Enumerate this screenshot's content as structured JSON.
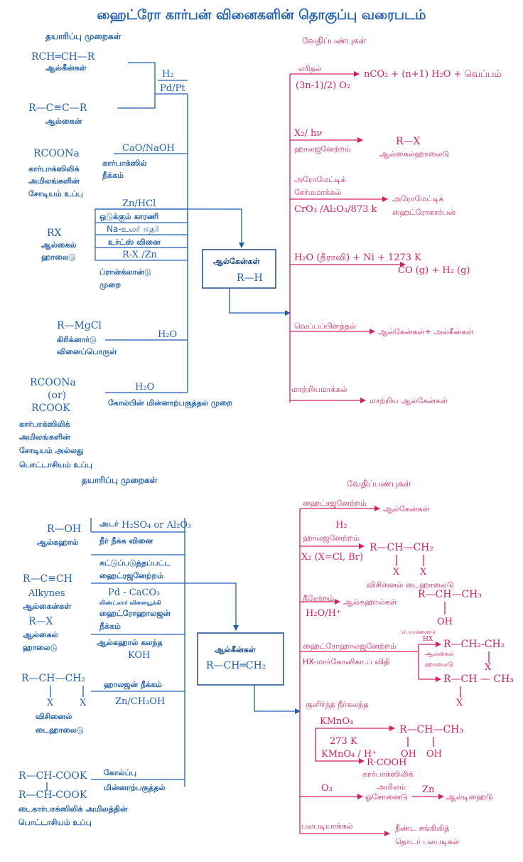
{
  "title": "ஹைட்ரோ கார்பன் வினைகளின் தொகுப்பு வரைபடம்",
  "alkane": {
    "prep_heading": "தயாரிப்பு முறைகள்",
    "props_heading": "வேதிப்பண்புகள்",
    "center_title": "ஆல்கேன்கள்",
    "center_formula": "R—H",
    "sources": [
      {
        "formula": "RCH═CH—R",
        "name": "ஆல்கீன்கள்"
      },
      {
        "formula": "R—C≡C—R",
        "name": "ஆல்கைன்"
      },
      {
        "formula": "RCOONa",
        "name1": "கார்பாக்ஸிலிக்",
        "name2": "அமிலங்களின்",
        "name3": "சோடியம் உப்பு"
      },
      {
        "formula": "RX",
        "name1": "ஆல்கைல்",
        "name2": "ஹாலைடு"
      },
      {
        "formula": "R—MgCl",
        "name1": "கிரிக்னார்டு",
        "name2": "வினைப்பொருள்"
      },
      {
        "formula1": "RCOONa",
        "formula2": "(or)",
        "formula3": "RCOOK",
        "name1": "கார்பாக்ஸிலிக்",
        "name2": "அமிலங்களின்",
        "name3": "சோடியம் அல்லது",
        "name4": "பொட்டாசியம் உப்பு"
      }
    ],
    "conditions": {
      "h2": "H₂",
      "pdpt": "Pd/Pt",
      "caonaoh": "CaO/NaOH",
      "decarb1": "கார்பாக்ஸில்",
      "decarb2": "நீக்கம்",
      "znhcl": "Zn/HCl",
      "reducing": "ஒடுக்கும் காரணி",
      "naether": "Na-உலர் ஈதர்",
      "wurtz": "உர்ட்ஸ் வினை",
      "rxzn": "R-X /Zn",
      "frank1": "ப்ரான்க்லான்டு",
      "frank2": "முறை",
      "h2o_a": "H₂O",
      "h2o_b": "H₂O",
      "kolbe": "கோல்பின் மின்னாற்பகுத்தல் முறை"
    },
    "products": {
      "combustion": "எரிதல்",
      "combustion_cond": "(3n-1)/2) O₂",
      "combustion_prod": "nCO₂ + (n+1) H₂O + வெப்பம்",
      "halogenation_cond": "X₂/ hν",
      "halogenation": "ஹாலஜனேற்றம்",
      "halo_prod": "R—X",
      "halo_prod_name": "ஆல்கைல்ஹாலைடு",
      "arom1": "அரோமேட்டிக்",
      "arom2": "சேர்மமாக்கல்",
      "arom_cond": "CrO₃ /Al₂O₃/873 k",
      "arom_prod1": "அரோமேட்டிக்",
      "arom_prod2": "ஹைட்ரோகார்பன்",
      "steam_cond": "H₂O (நீராவி) + Ni + 1273 K",
      "steam_prod": "CO (g) + H₂ (g)",
      "pyrolysis": "வெப்பப்பிளத்தல்",
      "pyrolysis_prod": "ஆல்கேன்கள்+ அல்கீன்கள்",
      "isomer": "மாற்றியமாக்கல்",
      "isomer_prod": "மாற்றிய ஆல்கேன்கள்"
    }
  },
  "alkene": {
    "prep_heading": "தயாரிப்பு முறைகள்",
    "props_heading": "வேதிப்பண்புகள்",
    "center_title": "ஆல்கீன்கள்",
    "center_formula": "R—CH═CH₂",
    "sources": {
      "alcohol_formula": "R—OH",
      "alcohol_name": "ஆல்கஹால்",
      "alkyne_formula": "R—C≡CH",
      "alkyne_en": "Alkynes",
      "alkyne_name": "ஆல்கைன்கள்",
      "halide_formula": "R—X",
      "halide_name1": "ஆல்கைல்",
      "halide_name2": "ஹாலைடு",
      "vic_formula": "R—CH—CH₂",
      "vic_x1": "X",
      "vic_x2": "X",
      "vic_name1": "விசினைல்",
      "vic_name2": "டைஹாலைடு",
      "kolbe_formula1": "R—CH-COOK",
      "kolbe_formula2": "R—CH-COOK",
      "kolbe_name1": "டைகார்பாக்ஸிலிக் அமிலத்தின்",
      "kolbe_name2": "பொட்டாசியம் உப்பு"
    },
    "conditions": {
      "conc": "அடர்",
      "h2so4": "H₂SO₄ or Al₂O₃",
      "dehydration": "நீர் நீக்க வினை",
      "controlled1": "கட்டுப்படுத்தப்பட்ட",
      "controlled2": "ஹைட்ரஜனேற்றம்",
      "pdcaco3": "Pd - CaCO₃",
      "lindlar": "லிண்ட்லார் வினையூக்கி",
      "dehydrohalo1": "ஹைட்ரோஹாலஜன்",
      "dehydrohalo2": "நீக்கம்",
      "alckoh1": "ஆல்கஹால் கலந்த",
      "alckoh2": "KOH",
      "dehalo": "ஹாலஜன் நீக்கம்",
      "znch3oh": "Zn/CH₃OH",
      "kolbe1": "கோல்ப்பு",
      "kolbe2": "மின்னாற்பகுத்தல்"
    },
    "products": {
      "hydrogenation": "ஹைட்ரஜனேற்றம்",
      "hydrogenation_prod": "ஆல்கேன்கள்",
      "h2": "H₂",
      "halogenation": "ஹாலஜனேற்றம்",
      "x2": "X₂ (X=Cl, Br)",
      "dihalo_formula": "R—CH—CH₂",
      "dihalo_x1": "X",
      "dihalo_x2": "X",
      "dihalo_name": "விசினைல் டைஹாலைடு",
      "hydration": "நீரேற்றம்",
      "hydration_cond": "H₂O/H⁺",
      "alcohols": "ஆல்கஹால்கள்",
      "alc_formula": "R—CH—CH₃",
      "alc_oh": "OH",
      "peroxide": "பெராக்ஸைடு",
      "hx": "HX",
      "hydrohalo": "ஹைட்ரோஹாலஜனேற்றம்",
      "markov": "HX-மார்கோனிகா.ப் விதி",
      "hh_formula1": "R—CH₂-CH₂",
      "hh_x1": "X",
      "hh_name1": "ஆல்கைல்",
      "hh_name2": "ஹாலைடு",
      "hh_formula2": "R—CH — CH₃",
      "hh_x2": "X",
      "cold1": "குளிர்ந்த நீர்கலந்த",
      "kmno4": "KMnO₄",
      "k273": "273 K",
      "diol_formula": "R—CH—CH₃",
      "diol_oh1": "OH",
      "diol_oh2": "OH",
      "kmno4h": "KMnO₄ / H⁺",
      "acid_formula": "R·COOH",
      "acid_name1": "கார்பாக்ஸிலிக்",
      "acid_name2": "அமிலம்",
      "o3": "O₃",
      "ozonide": "ஓசோனைடு",
      "zn": "Zn",
      "aldehyde": "ஆல்டிஹைடு",
      "polymer": "பலபடியாக்கல்",
      "polymer_prod1": "நீண்ட சங்கிலித்",
      "polymer_prod2": "தொடர் பலபடிகள்"
    }
  }
}
